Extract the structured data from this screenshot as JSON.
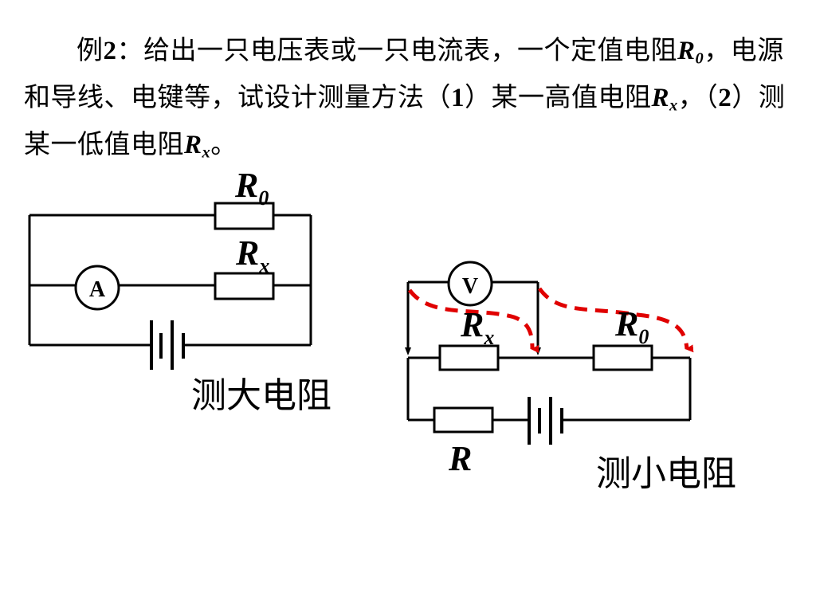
{
  "problem": {
    "prefix": "例",
    "number": "2",
    "colon": "：",
    "text_a": "给出一只电压表或一只电流表，一个定值电阻",
    "r0_symbol": "R",
    "r0_sub": "0",
    "text_b": "，电源和导线、电键等，试设计测量方法（",
    "item1": "1",
    "text_c": "）某一高值电阻",
    "rx_symbol": "R",
    "rx_sub": "x",
    "text_d": "，（",
    "item2": "2",
    "text_e": "）测某一低值电阻",
    "rx2_symbol": "R",
    "rx2_sub": "x",
    "text_f": "。"
  },
  "circuit_large": {
    "r0_label": "R",
    "r0_sub": "0",
    "rx_label": "R",
    "rx_sub": "x",
    "ammeter_label": "A",
    "caption": "测大电阻"
  },
  "circuit_small": {
    "voltmeter_label": "V",
    "rx_label": "R",
    "rx_sub": "x",
    "r0_label": "R",
    "r0_sub": "0",
    "r_label": "R",
    "caption": "测小电阻",
    "arrow_color": "#e00000"
  }
}
